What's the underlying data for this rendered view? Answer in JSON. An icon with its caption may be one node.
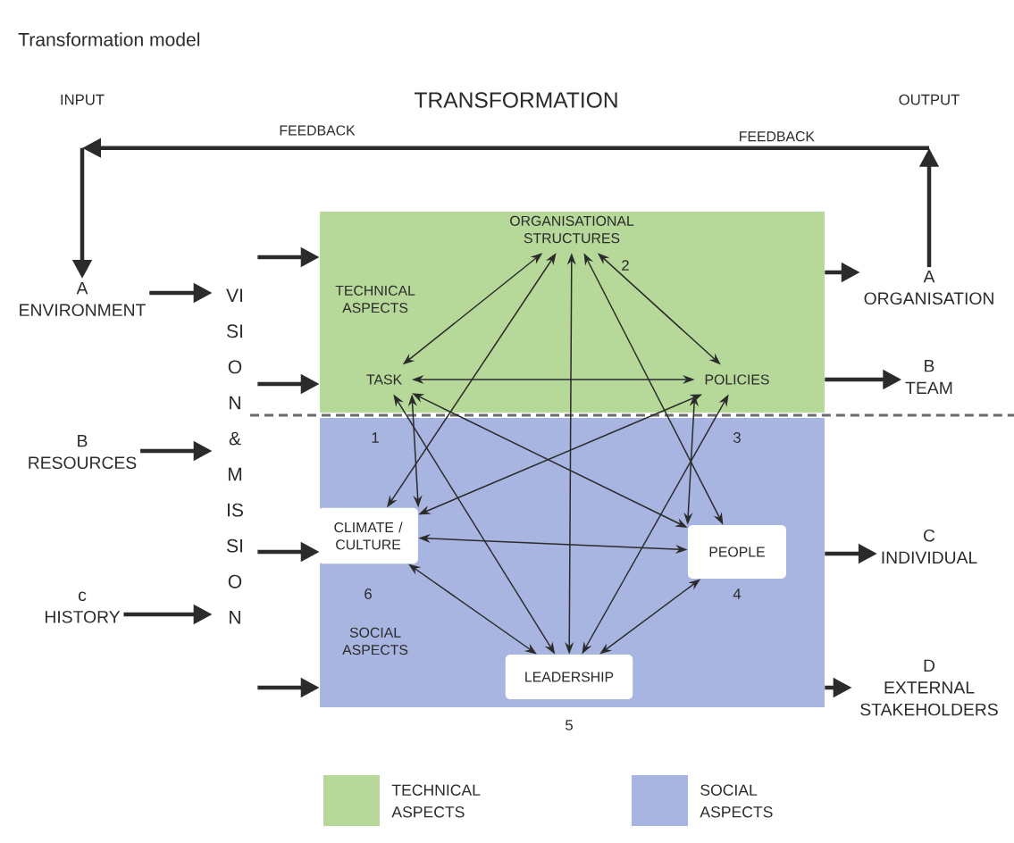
{
  "diagram": {
    "title": "Transformation model",
    "nodes": [
      {
        "text": [
          "TECHNICAL ASPECTS"
        ]
      },
      {
        "text": [
          "SOCIAL ASPECTS"
        ]
      },
      {
        "text": [
          "ORGANISATIONAL STRUCTURES"
        ],
        "beside": [
          "2"
        ],
        "in": 0
      },
      {
        "text": [
          "TASK"
        ],
        "beside": [
          "1"
        ],
        "in": 0
      },
      {
        "text": [
          "POLICIES"
        ],
        "beside": [
          "3"
        ],
        "in": 0
      },
      {
        "text": [
          "CLIMATE / CULTURE"
        ],
        "beside": [
          "6"
        ],
        "in": 1
      },
      {
        "text": [
          "PEOPLE"
        ],
        "beside": [
          "4"
        ],
        "in": 1
      },
      {
        "text": [
          "LEADERSHIP"
        ],
        "beside": [
          "5"
        ],
        "in": 1
      },
      {
        "text": [
          "VISION & MISSION"
        ]
      },
      {
        "text": [
          "INPUT"
        ]
      },
      {
        "text": [
          "OUTPUT"
        ]
      },
      {
        "text": [
          "A",
          "ENVIRONMENT"
        ]
      },
      {
        "text": [
          "B",
          "RESOURCES"
        ]
      },
      {
        "text": [
          "c",
          "HISTORY"
        ]
      },
      {
        "text": [
          "A",
          "ORGANISATION"
        ]
      },
      {
        "text": [
          "B",
          "TEAM"
        ]
      },
      {
        "text": [
          "C",
          "INDIVIDUAL"
        ]
      },
      {
        "text": [
          "D",
          "EXTERNAL STAKEHOLDERS"
        ]
      }
    ],
    "edges": [
      {
        "from": 11,
        "to": 8,
        "arrow": "to",
        "style": "thick"
      },
      {
        "from": 12,
        "to": 8,
        "arrow": "to",
        "style": "thick"
      },
      {
        "from": 13,
        "to": 8,
        "arrow": "to",
        "style": "thick"
      },
      {
        "from": 8,
        "to": 0,
        "arrow": "to",
        "style": "thick"
      },
      {
        "from": 8,
        "to": 0,
        "arrow": "to",
        "style": "thick"
      },
      {
        "from": 8,
        "to": 1,
        "arrow": "to",
        "style": "thick"
      },
      {
        "from": 8,
        "to": 1,
        "arrow": "to",
        "style": "thick"
      },
      {
        "from": 0,
        "to": 14,
        "arrow": "to",
        "style": "thick"
      },
      {
        "from": 0,
        "to": 15,
        "arrow": "to",
        "style": "thick"
      },
      {
        "from": 1,
        "to": 16,
        "arrow": "to",
        "style": "thick"
      },
      {
        "from": 1,
        "to": 17,
        "arrow": "to",
        "style": "thick"
      },
      {
        "from": 14,
        "to": 10,
        "arrow": "to",
        "style": "thick"
      },
      {
        "from": 10,
        "to": 9,
        "arrow": "to",
        "style": "thick",
        "label": "FEEDBACK"
      },
      {
        "from": 9,
        "to": 11,
        "arrow": "to",
        "style": "thick"
      },
      {
        "from": 2,
        "to": 3,
        "arrow": "both"
      },
      {
        "from": 2,
        "to": 4,
        "arrow": "both"
      },
      {
        "from": 2,
        "to": 5,
        "arrow": "both"
      },
      {
        "from": 2,
        "to": 6,
        "arrow": "both"
      },
      {
        "from": 2,
        "to": 7,
        "arrow": "both"
      },
      {
        "from": 3,
        "to": 4,
        "arrow": "both"
      },
      {
        "from": 3,
        "to": 5,
        "arrow": "both"
      },
      {
        "from": 3,
        "to": 6,
        "arrow": "both"
      },
      {
        "from": 3,
        "to": 7,
        "arrow": "both"
      },
      {
        "from": 4,
        "to": 5,
        "arrow": "both"
      },
      {
        "from": 4,
        "to": 6,
        "arrow": "both"
      },
      {
        "from": 4,
        "to": 7,
        "arrow": "both"
      },
      {
        "from": 5,
        "to": 6,
        "arrow": "both"
      },
      {
        "from": 5,
        "to": 7,
        "arrow": "both"
      },
      {
        "from": 6,
        "to": 7,
        "arrow": "both"
      }
    ],
    "labels": [
      "TRANSFORMATION",
      "FEEDBACK"
    ],
    "legend": [
      {
        "text": "TECHNICAL ASPECTS",
        "color": "#b6d99a"
      },
      {
        "text": "SOCIAL ASPECTS",
        "color": "#a8b5e0"
      }
    ]
  }
}
